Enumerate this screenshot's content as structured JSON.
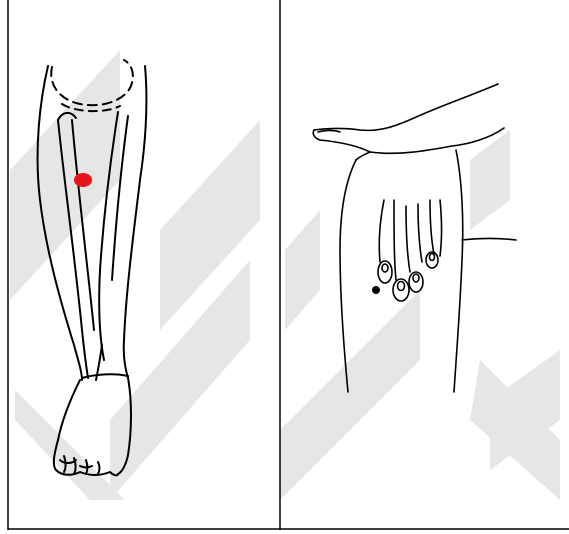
{
  "figure": {
    "panels": [
      {
        "name": "lower-leg-front-view",
        "marker": "red-dot"
      },
      {
        "name": "hand-on-leg",
        "marker": "black-dot"
      }
    ],
    "colors": {
      "line": "#000000",
      "marker_red": "#e8141c",
      "marker_black": "#000000",
      "watermark": "#e6e6e6",
      "background": "#ffffff"
    }
  }
}
